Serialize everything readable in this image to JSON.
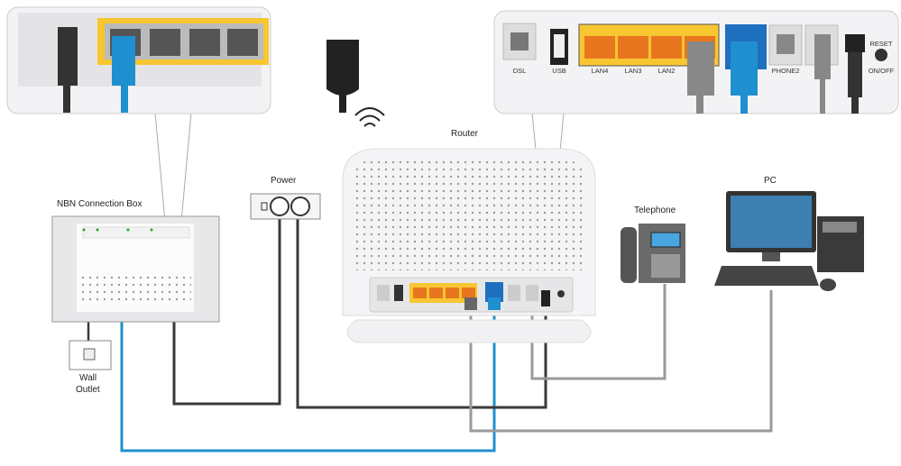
{
  "labels": {
    "router": "Router",
    "power": "Power",
    "nbn_box": "NBN Connection Box",
    "wall_outlet_line1": "Wall",
    "wall_outlet_line2": "Outlet",
    "telephone": "Telephone",
    "pc": "PC"
  },
  "router_ports": {
    "dsl": "DSL",
    "usb": "USB",
    "lan4": "LAN4",
    "lan3": "LAN3",
    "lan2": "LAN2",
    "phone2": "PHONE2",
    "reset": "RESET",
    "onoff": "ON/OFF"
  },
  "colors": {
    "lan_blue": "#1f8fcf",
    "lan_yellow": "#f7c631",
    "lan_port_orange": "#e8761e",
    "power_cable": "#3a3a3a",
    "phone_cable": "#9a9a9a"
  }
}
